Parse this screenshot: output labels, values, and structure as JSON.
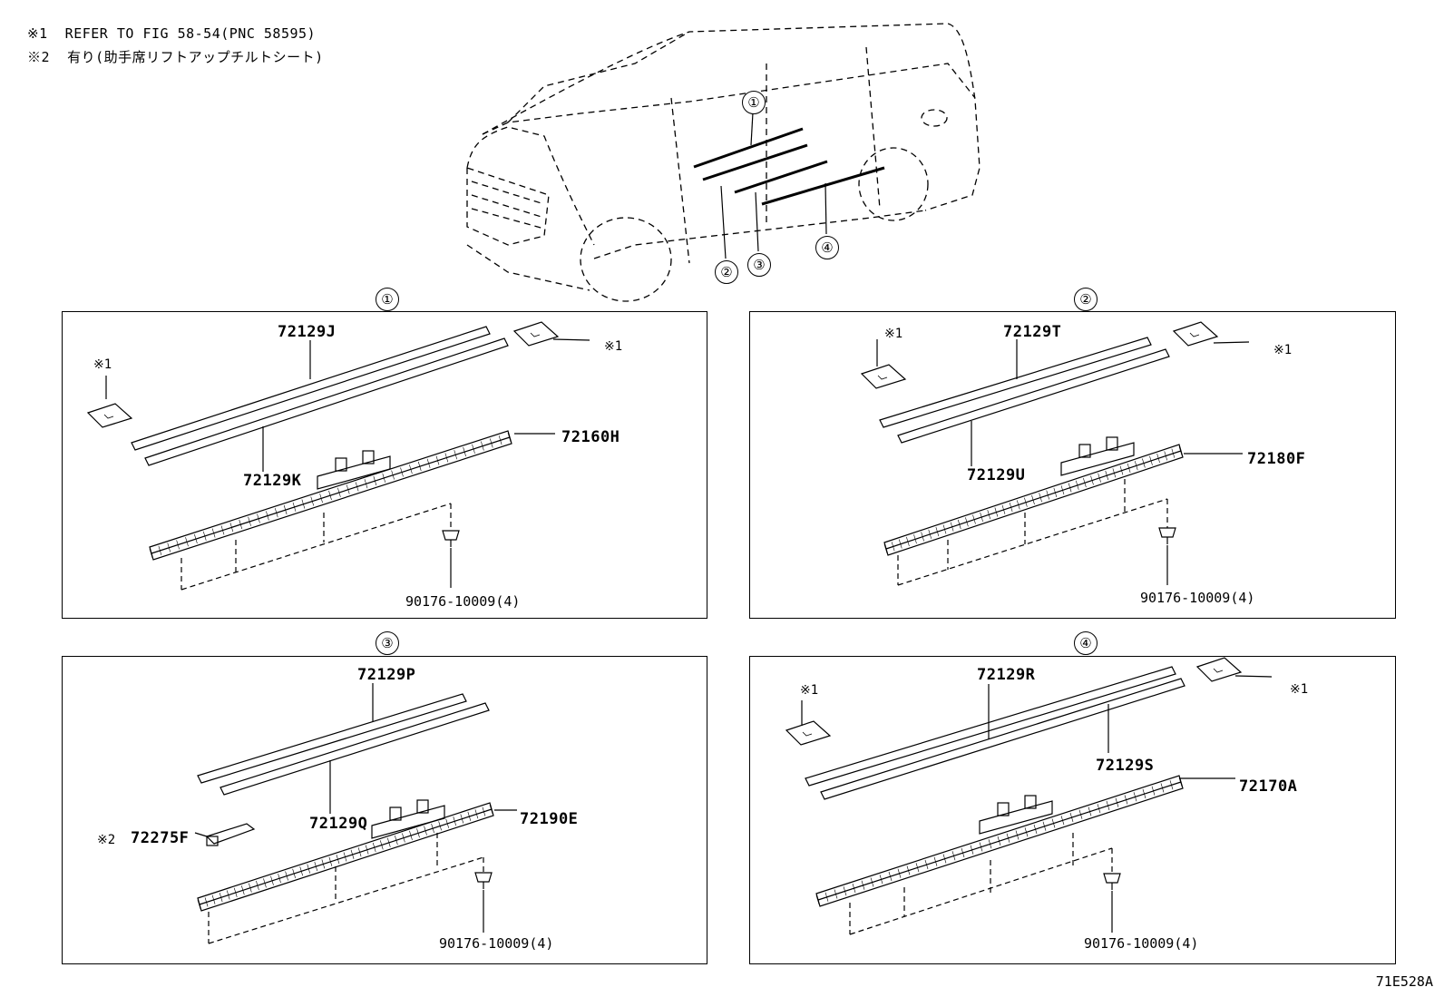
{
  "notes": [
    {
      "mark": "※1",
      "text": "REFER TO FIG 58-54(PNC 58595)"
    },
    {
      "mark": "※2",
      "text": "有り(助手席リフトアップチルトシート)"
    }
  ],
  "vehicle_callouts": [
    "①",
    "②",
    "③",
    "④"
  ],
  "panels": [
    {
      "marker": "①",
      "parts": {
        "upper_rail": "72129J",
        "lower_rail": "72129K",
        "track": "72160H",
        "clip": "90176-10009(4)"
      },
      "refs": [
        "※1",
        "※1"
      ]
    },
    {
      "marker": "②",
      "parts": {
        "upper_rail": "72129T",
        "lower_rail": "72129U",
        "track": "72180F",
        "clip": "90176-10009(4)"
      },
      "refs": [
        "※1",
        "※1"
      ]
    },
    {
      "marker": "③",
      "parts": {
        "upper_rail": "72129P",
        "lower_rail": "72129Q",
        "track": "72190E",
        "clip": "90176-10009(4)",
        "option_part": "72275F"
      },
      "refs": [
        "※2"
      ]
    },
    {
      "marker": "④",
      "parts": {
        "upper_rail": "72129R",
        "lower_rail": "72129S",
        "track": "72170A",
        "clip": "90176-10009(4)"
      },
      "refs": [
        "※1",
        "※1"
      ]
    }
  ],
  "figure_id": "71E528A"
}
